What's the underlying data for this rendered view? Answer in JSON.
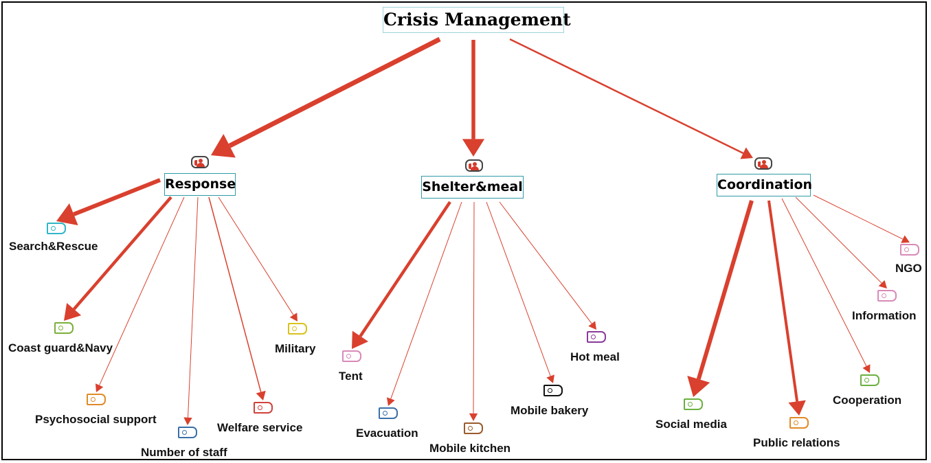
{
  "root": {
    "label": "Crisis Management"
  },
  "branches": [
    {
      "label": "Response",
      "leaves": [
        {
          "label": "Search&Rescue",
          "color": "#2fb5c8"
        },
        {
          "label": "Coast guard&Navy",
          "color": "#7aaf3a"
        },
        {
          "label": "Psychosocial support",
          "color": "#e08a28"
        },
        {
          "label": "Number of staff",
          "color": "#3a6fa8"
        },
        {
          "label": "Welfare service",
          "color": "#d0403a"
        },
        {
          "label": "Military",
          "color": "#d8c21a"
        }
      ]
    },
    {
      "label": "Shelter&meal",
      "leaves": [
        {
          "label": "Tent",
          "color": "#d88ab8"
        },
        {
          "label": "Evacuation",
          "color": "#3a6fa8"
        },
        {
          "label": "Mobile kitchen",
          "color": "#9a5a2a"
        },
        {
          "label": "Mobile bakery",
          "color": "#111111"
        },
        {
          "label": "Hot meal",
          "color": "#8a3a9a"
        }
      ]
    },
    {
      "label": "Coordination",
      "leaves": [
        {
          "label": "Social media",
          "color": "#6ab040"
        },
        {
          "label": "Public relations",
          "color": "#e08a28"
        },
        {
          "label": "Cooperation",
          "color": "#6ab040"
        },
        {
          "label": "Information",
          "color": "#d88ab8"
        },
        {
          "label": "NGO",
          "color": "#d88ab8"
        }
      ]
    }
  ],
  "colors": {
    "arrow": "#d9402e",
    "box_border": "#2f9aa6"
  },
  "icons": {
    "branch_icon": "persona-icon",
    "leaf_icon": "tag-icon"
  }
}
